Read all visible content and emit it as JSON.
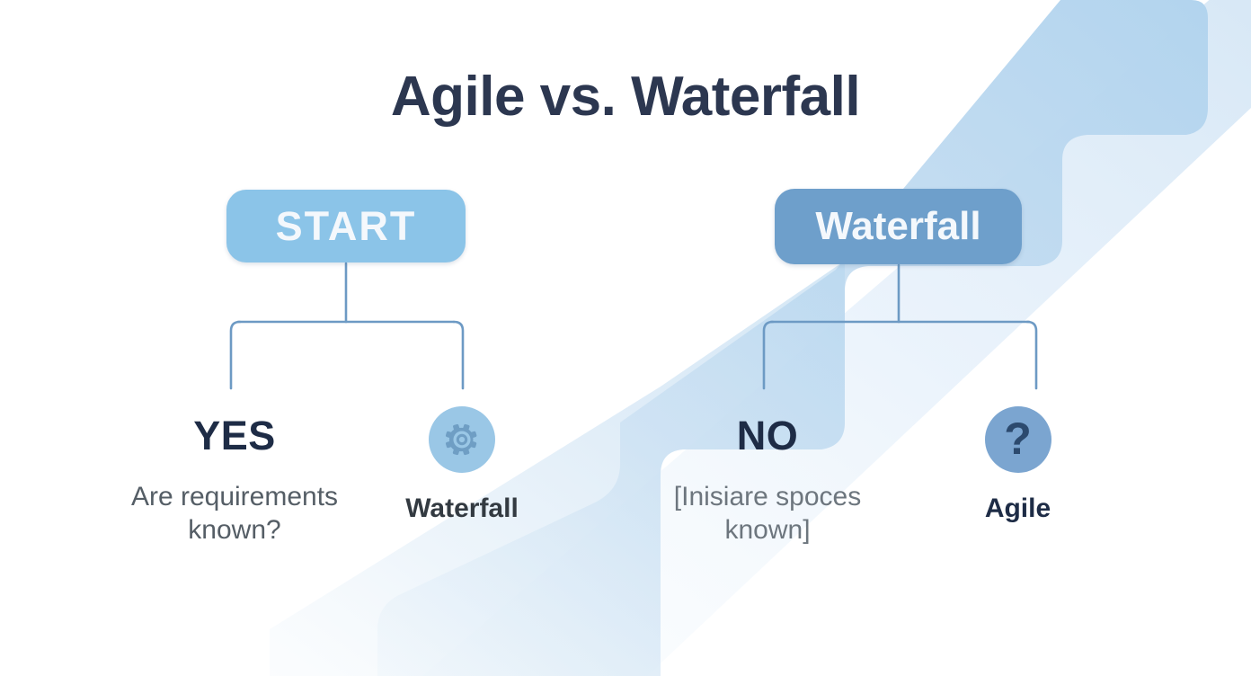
{
  "page": {
    "title": "Agile vs. Waterfall",
    "background_color": "#ffffff",
    "band_color": "#bcd9ef",
    "title_color": "#2c3750"
  },
  "nodes": {
    "start": {
      "label": "START",
      "color": "#8bc4e8",
      "text_color": "#f4f8fc"
    },
    "waterfall": {
      "label": "Waterfall",
      "color": "#6e9fcb",
      "text_color": "#f4f8fc"
    }
  },
  "branches": [
    {
      "heading": "YES",
      "sub": "Are requirements known?",
      "heading_color": "#1e2c46"
    },
    {
      "icon": "gear-icon",
      "caption": "Waterfall",
      "circle_color": "#9ac7e6"
    },
    {
      "heading": "NO",
      "sub": "[Inisiare spoces known]",
      "heading_color": "#1e2c46"
    },
    {
      "icon": "question-mark-icon",
      "caption": "Agile",
      "circle_color": "#7ba5d0",
      "glyph": "?"
    }
  ],
  "connector": {
    "color": "#6d9ac4"
  }
}
